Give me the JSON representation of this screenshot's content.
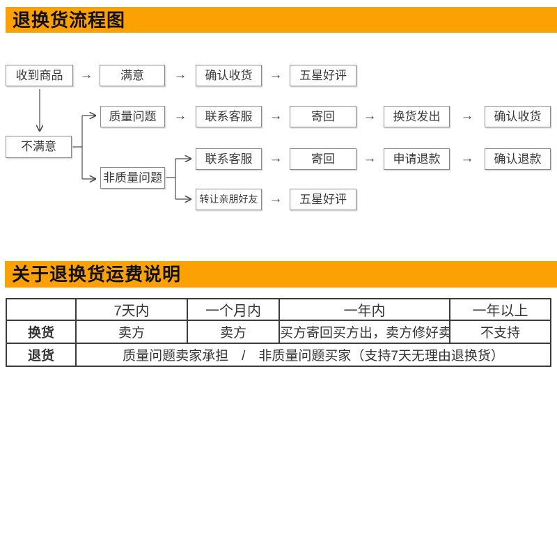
{
  "section1": {
    "title": "退换货流程图"
  },
  "section2": {
    "title": "关于退换货运费说明"
  },
  "icons": {
    "arrow_right": "→"
  },
  "colors": {
    "accent_orange": "#FCA103",
    "box_border_gray": "#8a8a8a",
    "table_border_dark": "#3c3c3c"
  },
  "flowchart": {
    "nodes": [
      {
        "label": "收到商品"
      },
      {
        "label": "满意"
      },
      {
        "label": "确认收货"
      },
      {
        "label": "五星好评"
      },
      {
        "label": "质量问题"
      },
      {
        "label": "联系客服"
      },
      {
        "label": "寄回"
      },
      {
        "label": "换货发出"
      },
      {
        "label": "确认收货"
      },
      {
        "label": "不满意"
      },
      {
        "label": "联系客服"
      },
      {
        "label": "寄回"
      },
      {
        "label": "申请退款"
      },
      {
        "label": "确认退款"
      },
      {
        "label": "非质量问题"
      },
      {
        "label": "转让亲朋好友"
      },
      {
        "label": "五星好评"
      }
    ]
  },
  "table": {
    "header": [
      "",
      "7天内",
      "一个月内",
      "一年内",
      "一年以上"
    ],
    "rows": [
      {
        "label": "换货",
        "cells": [
          "卖方",
          "卖方",
          "买方寄回买方出，卖方修好卖方出",
          "不支持"
        ]
      },
      {
        "label": "退货",
        "span_text": "质量问题卖家承担　/　非质量问题买家（支持7天无理由退换货）"
      }
    ]
  }
}
